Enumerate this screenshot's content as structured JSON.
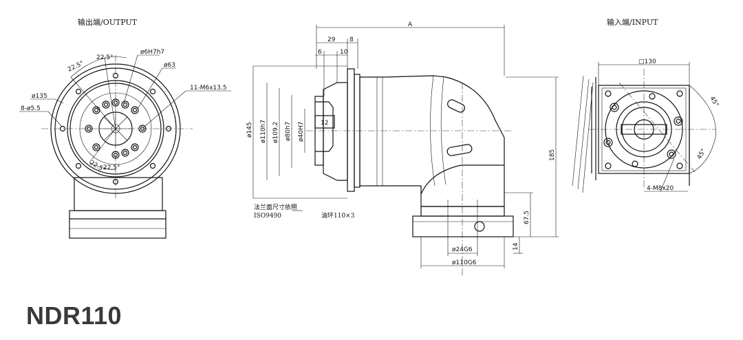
{
  "views": {
    "output": {
      "caption": "输出端/OUTPUT"
    },
    "input": {
      "caption": "输入端/INPUT"
    }
  },
  "dims": {
    "angle_a": "22.5°",
    "angle_b": "22.5°",
    "angle_c": "22.5°",
    "angle_d": "22.5°",
    "bore_fit": "ø6H7h7",
    "pcd_small": "ø63",
    "tap": "11-M6x13.5",
    "flange_dia": "ø135",
    "bolt_holes": "8-ø5.5",
    "overall_len": "A",
    "len_29": "29",
    "len_8": "8",
    "len_6": "6",
    "len_10": "10",
    "dia_145": "ø145",
    "dia_110": "ø110h7",
    "dia_109": "ø109.2",
    "dia_80": "ø80h7",
    "dia_40": "ø40H7",
    "key_12": "12",
    "height_185": "185",
    "height_67": "67.5",
    "shaft_24": "ø24G6",
    "shaft_110": "ø110G6",
    "len_14": "14",
    "square_130": "□130",
    "ang_45a": "45°",
    "ang_45b": "45°",
    "input_tap": "4-M8x20"
  },
  "notes": {
    "flange_std": "法兰面尺寸依照",
    "iso": "ISO9490",
    "oil_ring": "油环110×3"
  },
  "model": "NDR110"
}
